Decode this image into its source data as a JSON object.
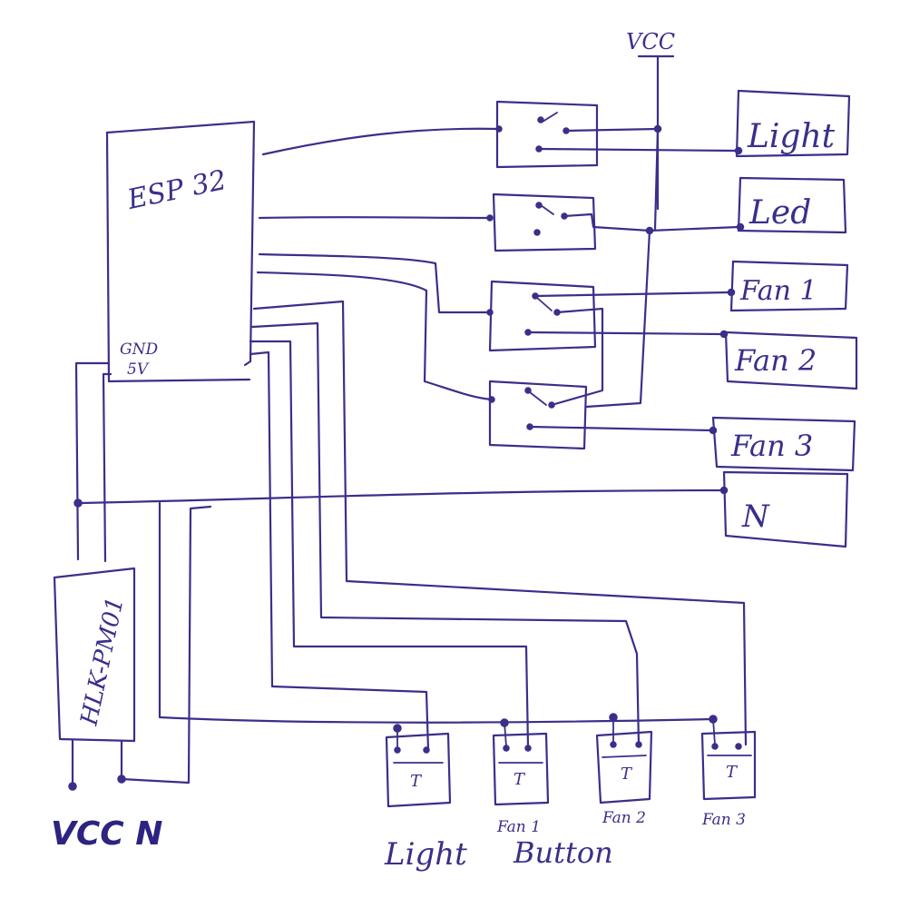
{
  "labels": {
    "vcc_top": "VCC",
    "esp32": "ESP 32",
    "gnd": "GND",
    "five_v": "5V",
    "hlk": "HLK-PM01",
    "power_in": "VCC N",
    "loads": {
      "light": "Light",
      "led": "Led",
      "fan1": "Fan 1",
      "fan2": "Fan 2",
      "fan3": "Fan 3",
      "neutral": "N"
    },
    "buttons": {
      "symbol": "T",
      "fan1": "Fan 1",
      "fan2": "Fan 2",
      "fan3": "Fan 3",
      "caption_light": "Light",
      "caption_button": "Button"
    }
  }
}
